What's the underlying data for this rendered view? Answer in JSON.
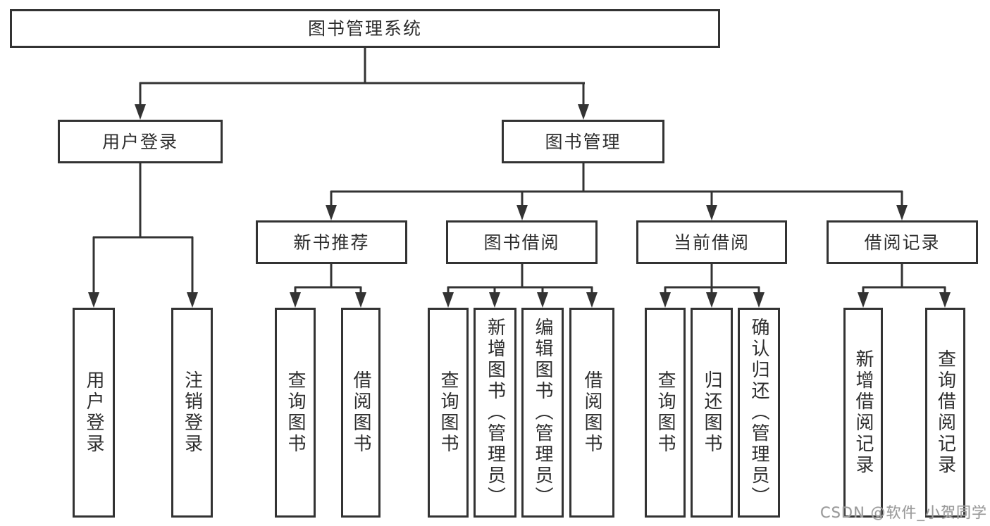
{
  "diagram": {
    "type": "hierarchy-tree",
    "colors": {
      "line": "#333333",
      "box_border": "#333333",
      "box_fill": "#ffffff",
      "text": "#2d2d2d",
      "background": "#ffffff",
      "watermark": "#9a9a9a"
    },
    "tree": {
      "root": {
        "label": "图书管理系统",
        "children": [
          {
            "label": "用户登录",
            "children": [
              {
                "label": "用户登录"
              },
              {
                "label": "注销登录"
              }
            ]
          },
          {
            "label": "图书管理",
            "children": [
              {
                "label": "新书推荐",
                "children": [
                  {
                    "label": "查询图书"
                  },
                  {
                    "label": "借阅图书"
                  }
                ]
              },
              {
                "label": "图书借阅",
                "children": [
                  {
                    "label": "查询图书"
                  },
                  {
                    "label": "新增图书（管理员）"
                  },
                  {
                    "label": "编辑图书（管理员）"
                  },
                  {
                    "label": "借阅图书"
                  }
                ]
              },
              {
                "label": "当前借阅",
                "children": [
                  {
                    "label": "查询图书"
                  },
                  {
                    "label": "归还图书"
                  },
                  {
                    "label": "确认归还（管理员）"
                  }
                ]
              },
              {
                "label": "借阅记录",
                "children": [
                  {
                    "label": "新增借阅记录"
                  },
                  {
                    "label": "查询借阅记录"
                  }
                ]
              }
            ]
          }
        ]
      }
    },
    "watermark": "CSDN @软件_小贺同学"
  }
}
